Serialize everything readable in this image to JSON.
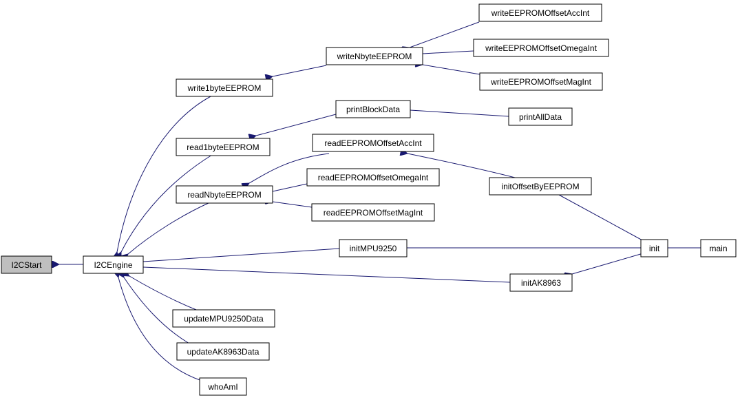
{
  "nodes": {
    "i2cstart": "I2CStart",
    "i2cengine": "I2CEngine",
    "write1byte": "write1byteEEPROM",
    "read1byte": "read1byteEEPROM",
    "readnbyte": "readNbyteEEPROM",
    "updatempu": "updateMPU9250Data",
    "updateak": "updateAK8963Data",
    "whoami": "whoAmI",
    "writenbyte": "writeNbyteEEPROM",
    "printblock": "printBlockData",
    "readacc": "readEEPROMOffsetAccInt",
    "readomega": "readEEPROMOffsetOmegaInt",
    "readmag": "readEEPROMOffsetMagInt",
    "initmpu": "initMPU9250",
    "initak": "initAK8963",
    "writeacc": "writeEEPROMOffsetAccInt",
    "writeomega": "writeEEPROMOffsetOmegaInt",
    "writemag": "writeEEPROMOffsetMagInt",
    "printall": "printAllData",
    "initoffset": "initOffsetByEEPROM",
    "init": "init",
    "main": "main"
  },
  "colors": {
    "edge": "#191970",
    "highlight_fill": "#bfbfbf",
    "node_border": "#000000"
  }
}
